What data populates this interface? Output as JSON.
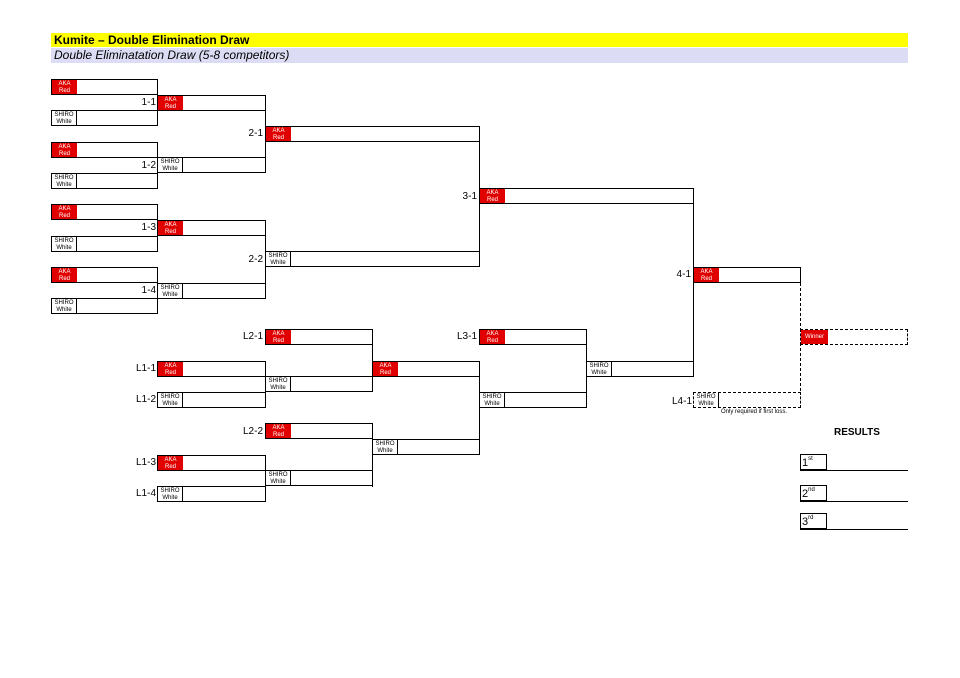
{
  "header": {
    "title": "Kumite – Double Elimination Draw",
    "subtitle": "Double Eliminatation Draw (5-8 competitors)"
  },
  "labels": {
    "aka_top": "AKA",
    "aka_bottom": "Red",
    "shiro_top": "SHIRO",
    "shiro_bottom": "White",
    "winner": "Winner"
  },
  "matches": {
    "m1_1": "1-1",
    "m1_2": "1-2",
    "m1_3": "1-3",
    "m1_4": "1-4",
    "m2_1": "2-1",
    "m2_2": "2-2",
    "m3_1": "3-1",
    "m4_1": "4-1",
    "l1_1": "L1-1",
    "l1_2": "L1-2",
    "l1_3": "L1-3",
    "l1_4": "L1-4",
    "l2_1": "L2-1",
    "l2_2": "L2-2",
    "l3_1": "L3-1",
    "l4_1": "L4-1"
  },
  "note": "Only required if first loss.",
  "results": {
    "title": "RESULTS",
    "first": "1",
    "first_sup": "st",
    "second": "2",
    "second_sup": "nd",
    "third": "3",
    "third_sup": "rd"
  },
  "colors": {
    "title_bg": "#ffff00",
    "subtitle_bg": "#dcdcf5",
    "aka": "#e00000"
  }
}
